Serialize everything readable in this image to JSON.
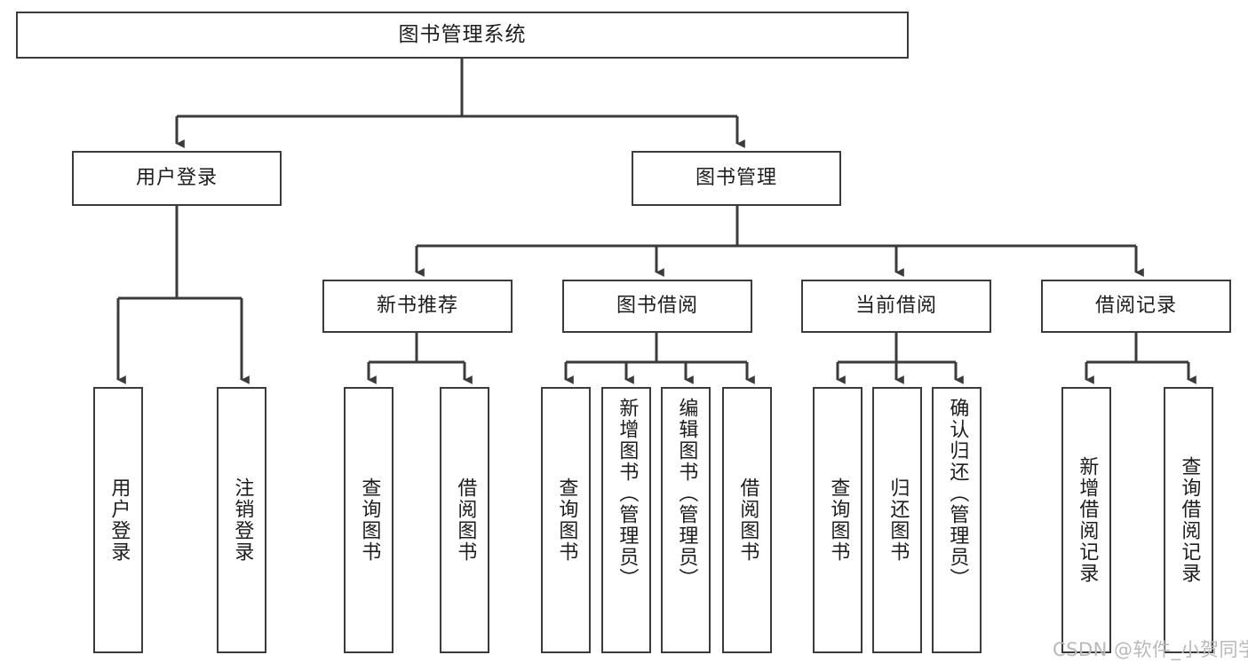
{
  "diagram": {
    "type": "tree",
    "title": "图书管理系统",
    "stroke_color": "#3b3b3b",
    "background_color": "#ffffff",
    "text_color": "#1d1d1d",
    "levels": 4,
    "root": {
      "label": "图书管理系统"
    },
    "level2": [
      {
        "label": "用户登录"
      },
      {
        "label": "图书管理"
      }
    ],
    "level3": [
      {
        "label": "新书推荐"
      },
      {
        "label": "图书借阅"
      },
      {
        "label": "当前借阅"
      },
      {
        "label": "借阅记录"
      }
    ],
    "leaves": {
      "user_login": [
        {
          "label": "用户登录"
        },
        {
          "label": "注销登录"
        }
      ],
      "new_book_recommend": [
        {
          "label": "查询图书"
        },
        {
          "label": "借阅图书"
        }
      ],
      "book_borrow": [
        {
          "label": "查询图书"
        },
        {
          "label": "新增图书（管理员）"
        },
        {
          "label": "编辑图书（管理员）"
        },
        {
          "label": "借阅图书"
        }
      ],
      "current_borrow": [
        {
          "label": "查询图书"
        },
        {
          "label": "归还图书"
        },
        {
          "label": "确认归还（管理员）"
        }
      ],
      "borrow_records": [
        {
          "label": "新增借阅记录"
        },
        {
          "label": "查询借阅记录"
        }
      ]
    }
  },
  "watermark": {
    "text": "CSDN @软件_小贺同学",
    "color": "#b9b9b9"
  }
}
